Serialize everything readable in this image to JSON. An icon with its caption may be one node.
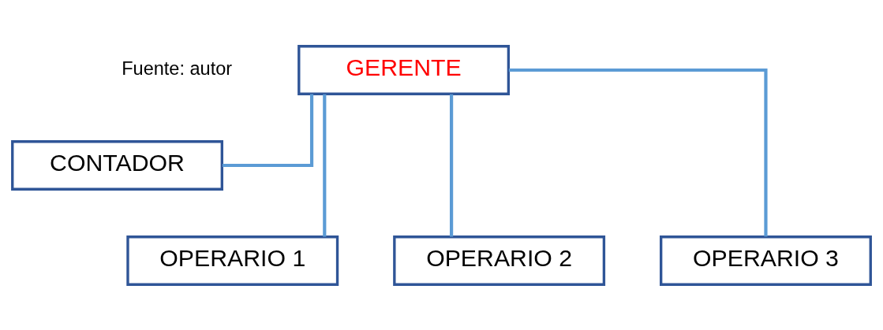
{
  "diagram": {
    "nodes": [
      {
        "text": [
          "GERENTE"
        ]
      },
      {
        "text": [
          "CONTADOR"
        ]
      },
      {
        "text": [
          "OPERARIO 1"
        ]
      },
      {
        "text": [
          "OPERARIO 2"
        ]
      },
      {
        "text": [
          "OPERARIO 3"
        ]
      }
    ],
    "edges": [
      {
        "from": 0,
        "to": 1,
        "arrow": "none"
      },
      {
        "from": 0,
        "to": 2,
        "arrow": "none"
      },
      {
        "from": 0,
        "to": 3,
        "arrow": "none"
      },
      {
        "from": 0,
        "to": 4,
        "arrow": "none"
      }
    ],
    "labels": [
      "Fuente: autor"
    ]
  }
}
